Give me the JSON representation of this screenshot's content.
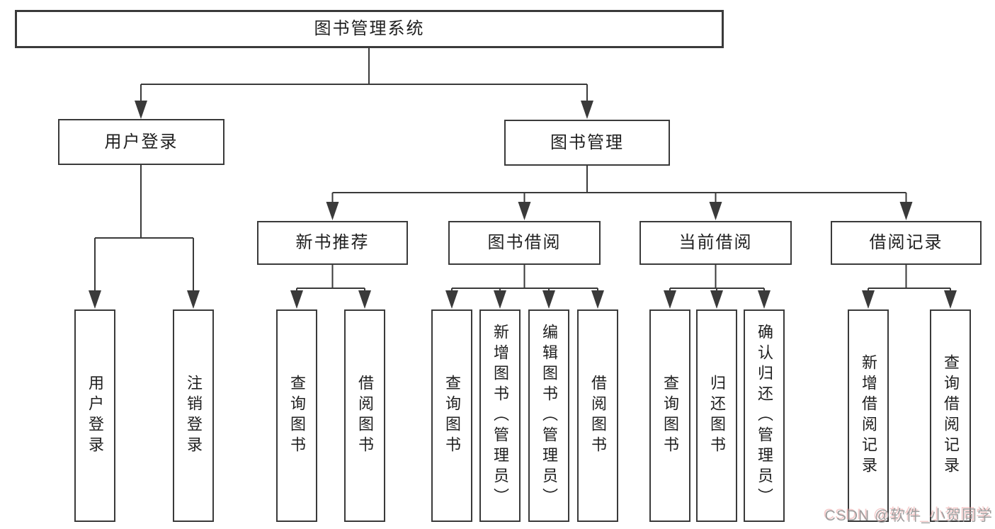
{
  "diagram": {
    "root": {
      "label": "图书管理系统",
      "children": [
        {
          "label": "用户登录",
          "children": [
            {
              "label": "用户登录"
            },
            {
              "label": "注销登录"
            }
          ]
        },
        {
          "label": "图书管理",
          "children": [
            {
              "label": "新书推荐",
              "children": [
                {
                  "label": "查询图书"
                },
                {
                  "label": "借阅图书"
                }
              ]
            },
            {
              "label": "图书借阅",
              "children": [
                {
                  "label": "查询图书"
                },
                {
                  "label": "新增图书（管理员）"
                },
                {
                  "label": "编辑图书（管理员）"
                },
                {
                  "label": "借阅图书"
                }
              ]
            },
            {
              "label": "当前借阅",
              "children": [
                {
                  "label": "查询图书"
                },
                {
                  "label": "归还图书"
                },
                {
                  "label": "确认归还（管理员）"
                }
              ]
            },
            {
              "label": "借阅记录",
              "children": [
                {
                  "label": "新增借阅记录"
                },
                {
                  "label": "查询借阅记录"
                }
              ]
            }
          ]
        }
      ]
    }
  },
  "watermark": {
    "text": "CSDN @软件_小贺同学"
  },
  "colors": {
    "line": "#3a3a3a",
    "text": "#1f1f1f",
    "background": "#ffffff",
    "watermark": "#9e9e9e"
  }
}
